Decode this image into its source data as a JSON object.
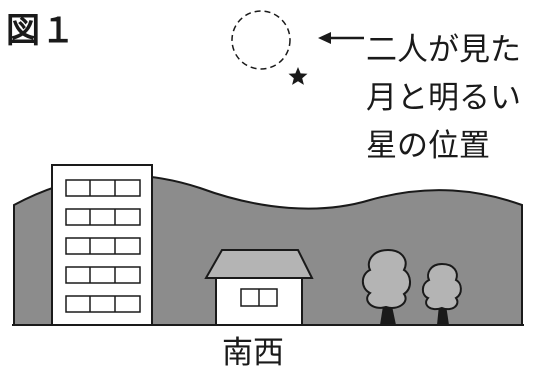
{
  "figure": {
    "title": "図１"
  },
  "annotation": {
    "lines": [
      "二人が見た",
      "月と明るい",
      "星の位置"
    ]
  },
  "direction_label": "南西",
  "icons": {
    "moon": "moon-dashed-circle-icon",
    "star": "star-icon",
    "arrow": "left-arrow-icon"
  },
  "colors": {
    "hill": "#8c8c8c",
    "roof": "#b4b4b4",
    "tree": "#b4b4b4",
    "outline": "#1a1a1a",
    "background": "#ffffff"
  }
}
